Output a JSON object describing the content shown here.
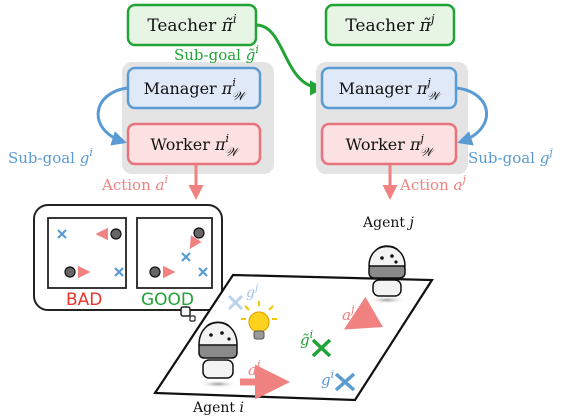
{
  "colors": {
    "teacher_fill": "#e6f5e4",
    "teacher_stroke": "#21a336",
    "manager_fill": "#dfe9f7",
    "manager_stroke": "#5a9bd4",
    "worker_fill": "#fbe1e1",
    "worker_stroke": "#e8737a",
    "panel_bg": "#e4e4e4",
    "subgoal_blue": "#5a9bd4",
    "action_red": "#f08282",
    "teacher_green": "#21a336",
    "bad_red": "#e8352b",
    "good_green": "#21a336"
  },
  "agent_i": {
    "teacher": {
      "name": "Teacher",
      "symbol": "π̃",
      "sup": "i"
    },
    "manager": {
      "name": "Manager",
      "symbol": "π",
      "sup": "i",
      "sub": "𝒲"
    },
    "worker": {
      "name": "Worker",
      "symbol": "π",
      "sup": "i",
      "sub": "𝒲"
    },
    "teacher_subgoal": {
      "text": "Sub-goal",
      "symbol": "g̃",
      "sup": "i"
    },
    "subgoal": {
      "text": "Sub-goal",
      "symbol": "g",
      "sup": "i"
    },
    "action": {
      "text": "Action",
      "symbol": "a",
      "sup": "i"
    },
    "caption": {
      "text": "Agent",
      "symbol": "i"
    }
  },
  "agent_j": {
    "teacher": {
      "name": "Teacher",
      "symbol": "π̃",
      "sup": "j"
    },
    "manager": {
      "name": "Manager",
      "symbol": "π",
      "sup": "j",
      "sub": "𝒲"
    },
    "worker": {
      "name": "Worker",
      "symbol": "π",
      "sup": "j",
      "sub": "𝒲"
    },
    "subgoal": {
      "text": "Sub-goal",
      "symbol": "g",
      "sup": "j"
    },
    "action": {
      "text": "Action",
      "symbol": "a",
      "sup": "j"
    },
    "caption": {
      "text": "Agent",
      "symbol": "j"
    }
  },
  "thought_bubble": {
    "bad_label": "BAD",
    "good_label": "GOOD",
    "icons": [
      "x-mark-icon",
      "robot-dot-icon",
      "arrow-icon"
    ]
  },
  "scene": {
    "labels": {
      "ghost_goal": {
        "symbol": "g",
        "sup": "j"
      },
      "green_goal": {
        "symbol": "g̃",
        "sup": "i"
      },
      "blue_goal": {
        "symbol": "g",
        "sup": "i"
      },
      "action_i": {
        "symbol": "a",
        "sup": "i"
      },
      "action_j": {
        "symbol": "a",
        "sup": "j"
      }
    },
    "icons": [
      "robot-icon",
      "lightbulb-icon",
      "x-mark-icon",
      "arrow-icon"
    ]
  }
}
